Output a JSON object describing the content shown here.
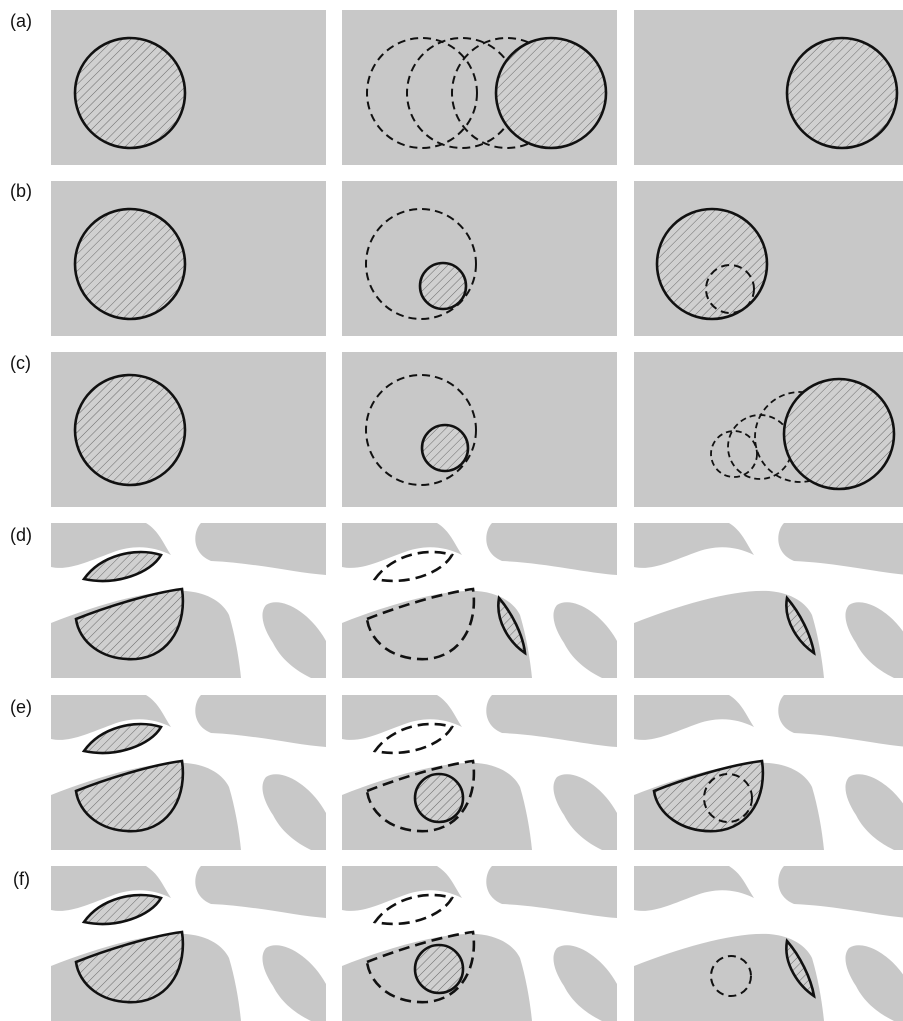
{
  "figure": {
    "row_labels": [
      "(a)",
      "(b)",
      "(c)",
      "(d)",
      "(e)",
      "(f)"
    ],
    "colors": {
      "background_panel": "#c8c8c8",
      "outline": "#111111",
      "hatch_fill": "#d0d0d0",
      "hatch_lines": "#6a6a6a"
    }
  }
}
